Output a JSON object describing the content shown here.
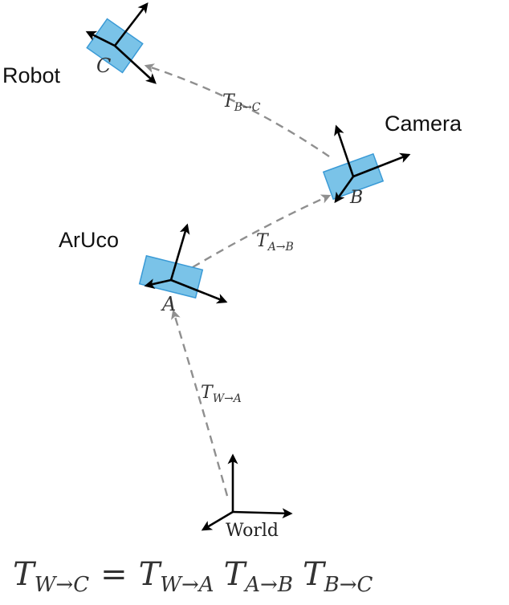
{
  "labels": {
    "robot": "Robot",
    "camera": "Camera",
    "aruco": "ArUco",
    "world": "World"
  },
  "frames": {
    "a": "A",
    "b": "B",
    "c": "C"
  },
  "transforms": {
    "b_to_c": {
      "base": "T",
      "sub": "B→C"
    },
    "a_to_b": {
      "base": "T",
      "sub": "A→B"
    },
    "w_to_a": {
      "base": "T",
      "sub": "W→A"
    }
  },
  "equation": {
    "lhs_base": "T",
    "lhs_sub": "W→C",
    "equals": "=",
    "t1_base": "T",
    "t1_sub": "W→A",
    "t2_base": "T",
    "t2_sub": "A→B",
    "t3_base": "T",
    "t3_sub": "B→C"
  },
  "colors": {
    "box_fill": "#63b8e4",
    "axis": "#000000",
    "dashed_arrow": "#8f8f8f"
  }
}
